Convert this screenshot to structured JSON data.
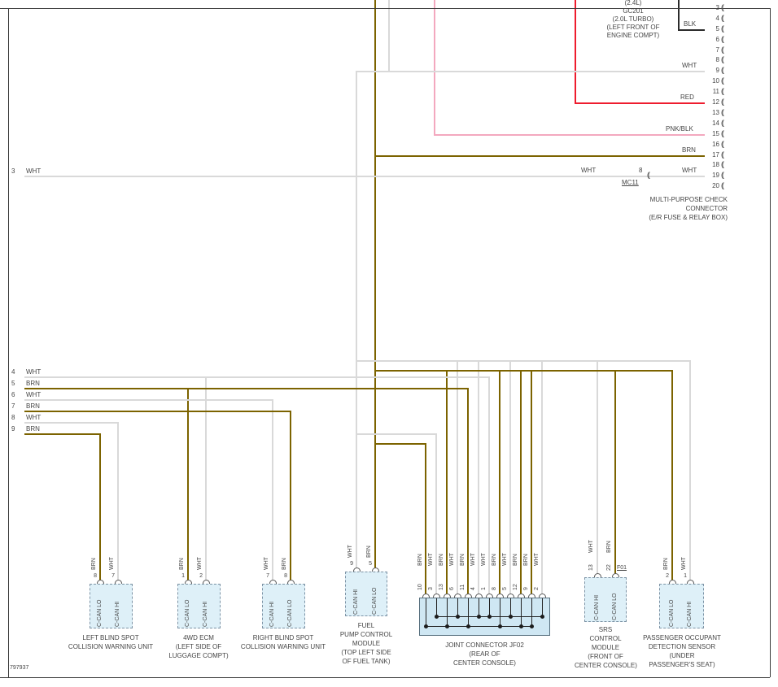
{
  "figure_number": "797937",
  "colors": {
    "wht": "#d9d9d9",
    "brn": "#7c6300",
    "red": "#ee1c2e",
    "pnk_blk": "#f3a8bf",
    "blk": "#2b2b2b"
  },
  "top_connector": {
    "pins": [
      "3",
      "4",
      "5",
      "6",
      "7",
      "8",
      "9",
      "10",
      "11",
      "12",
      "13",
      "14",
      "15",
      "16",
      "17",
      "18",
      "19",
      "20"
    ],
    "wire_labels": {
      "pin5": "BLK",
      "pin9": "WHT",
      "pin12": "RED",
      "pin15": "PNK/BLK",
      "pin17": "BRN",
      "pin19": "WHT"
    },
    "caption": [
      "MULTI-PURPOSE CHECK",
      "CONNECTOR",
      "(E/R FUSE & RELAY BOX)"
    ]
  },
  "ground_callout": {
    "lines": [
      "(2.4L)",
      "GC201",
      "(2.0L TURBO)",
      "(LEFT FRONT OF",
      "ENGINE COMPT)"
    ]
  },
  "check_wire": {
    "left_ref": "3",
    "left_color": "WHT",
    "mid_color": "WHT",
    "mid_pin": "8",
    "connector_name": "MC11"
  },
  "left_rows": [
    {
      "ref": "4",
      "color": "WHT"
    },
    {
      "ref": "5",
      "color": "BRN"
    },
    {
      "ref": "6",
      "color": "WHT"
    },
    {
      "ref": "7",
      "color": "BRN"
    },
    {
      "ref": "8",
      "color": "WHT"
    },
    {
      "ref": "9",
      "color": "BRN"
    }
  ],
  "jf02": {
    "pins": [
      {
        "num": "10",
        "color": "BRN"
      },
      {
        "num": "3",
        "color": "WHT"
      },
      {
        "num": "13",
        "color": "BRN"
      },
      {
        "num": "6",
        "color": "WHT"
      },
      {
        "num": "11",
        "color": "BRN"
      },
      {
        "num": "4",
        "color": "WHT"
      },
      {
        "num": "1",
        "color": "WHT"
      },
      {
        "num": "8",
        "color": "BRN"
      },
      {
        "num": "5",
        "color": "WHT"
      },
      {
        "num": "12",
        "color": "BRN"
      },
      {
        "num": "9",
        "color": "BRN"
      },
      {
        "num": "2",
        "color": "WHT"
      }
    ],
    "caption": [
      "JOINT CONNECTOR JF02",
      "(REAR OF",
      "CENTER CONSOLE)"
    ]
  },
  "components": [
    {
      "caption": [
        "LEFT BLIND SPOT",
        "COLLISION WARNING UNIT"
      ],
      "pins": [
        {
          "num": "8",
          "color": "BRN",
          "signal": "C-CAN LO"
        },
        {
          "num": "7",
          "color": "WHT",
          "signal": "C-CAN HI"
        }
      ]
    },
    {
      "caption": [
        "4WD ECM",
        "(LEFT SIDE OF",
        "LUGGAGE COMPT)"
      ],
      "pins": [
        {
          "num": "1",
          "color": "BRN",
          "signal": "C-CAN LO"
        },
        {
          "num": "2",
          "color": "WHT",
          "signal": "C-CAN HI"
        }
      ]
    },
    {
      "caption": [
        "RIGHT BLIND SPOT",
        "COLLISION WARNING UNIT"
      ],
      "pins": [
        {
          "num": "7",
          "color": "WHT",
          "signal": "C-CAN HI"
        },
        {
          "num": "8",
          "color": "BRN",
          "signal": "C-CAN LO"
        }
      ]
    },
    {
      "caption": [
        "FUEL",
        "PUMP CONTROL",
        "MODULE",
        "(TOP LEFT SIDE",
        "OF FUEL TANK)"
      ],
      "pins": [
        {
          "num": "9",
          "color": "WHT",
          "signal": "C-CAN HI"
        },
        {
          "num": "5",
          "color": "BRN",
          "signal": "C-CAN LO"
        }
      ]
    },
    {
      "caption": [
        "SRS",
        "CONTROL",
        "MODULE",
        "(FRONT OF",
        "CENTER CONSOLE)"
      ],
      "connector_id": "F01",
      "pins": [
        {
          "num": "13",
          "color": "WHT",
          "signal": "C-CAN HI"
        },
        {
          "num": "22",
          "color": "BRN",
          "signal": "C-CAN LO"
        }
      ]
    },
    {
      "caption": [
        "PASSENGER OCCUPANT",
        "DETECTION SENSOR",
        "(UNDER",
        "PASSENGER'S SEAT)"
      ],
      "pins": [
        {
          "num": "2",
          "color": "BRN",
          "signal": "C-CAN LO"
        },
        {
          "num": "1",
          "color": "WHT",
          "signal": "C-CAN HI"
        }
      ]
    }
  ]
}
